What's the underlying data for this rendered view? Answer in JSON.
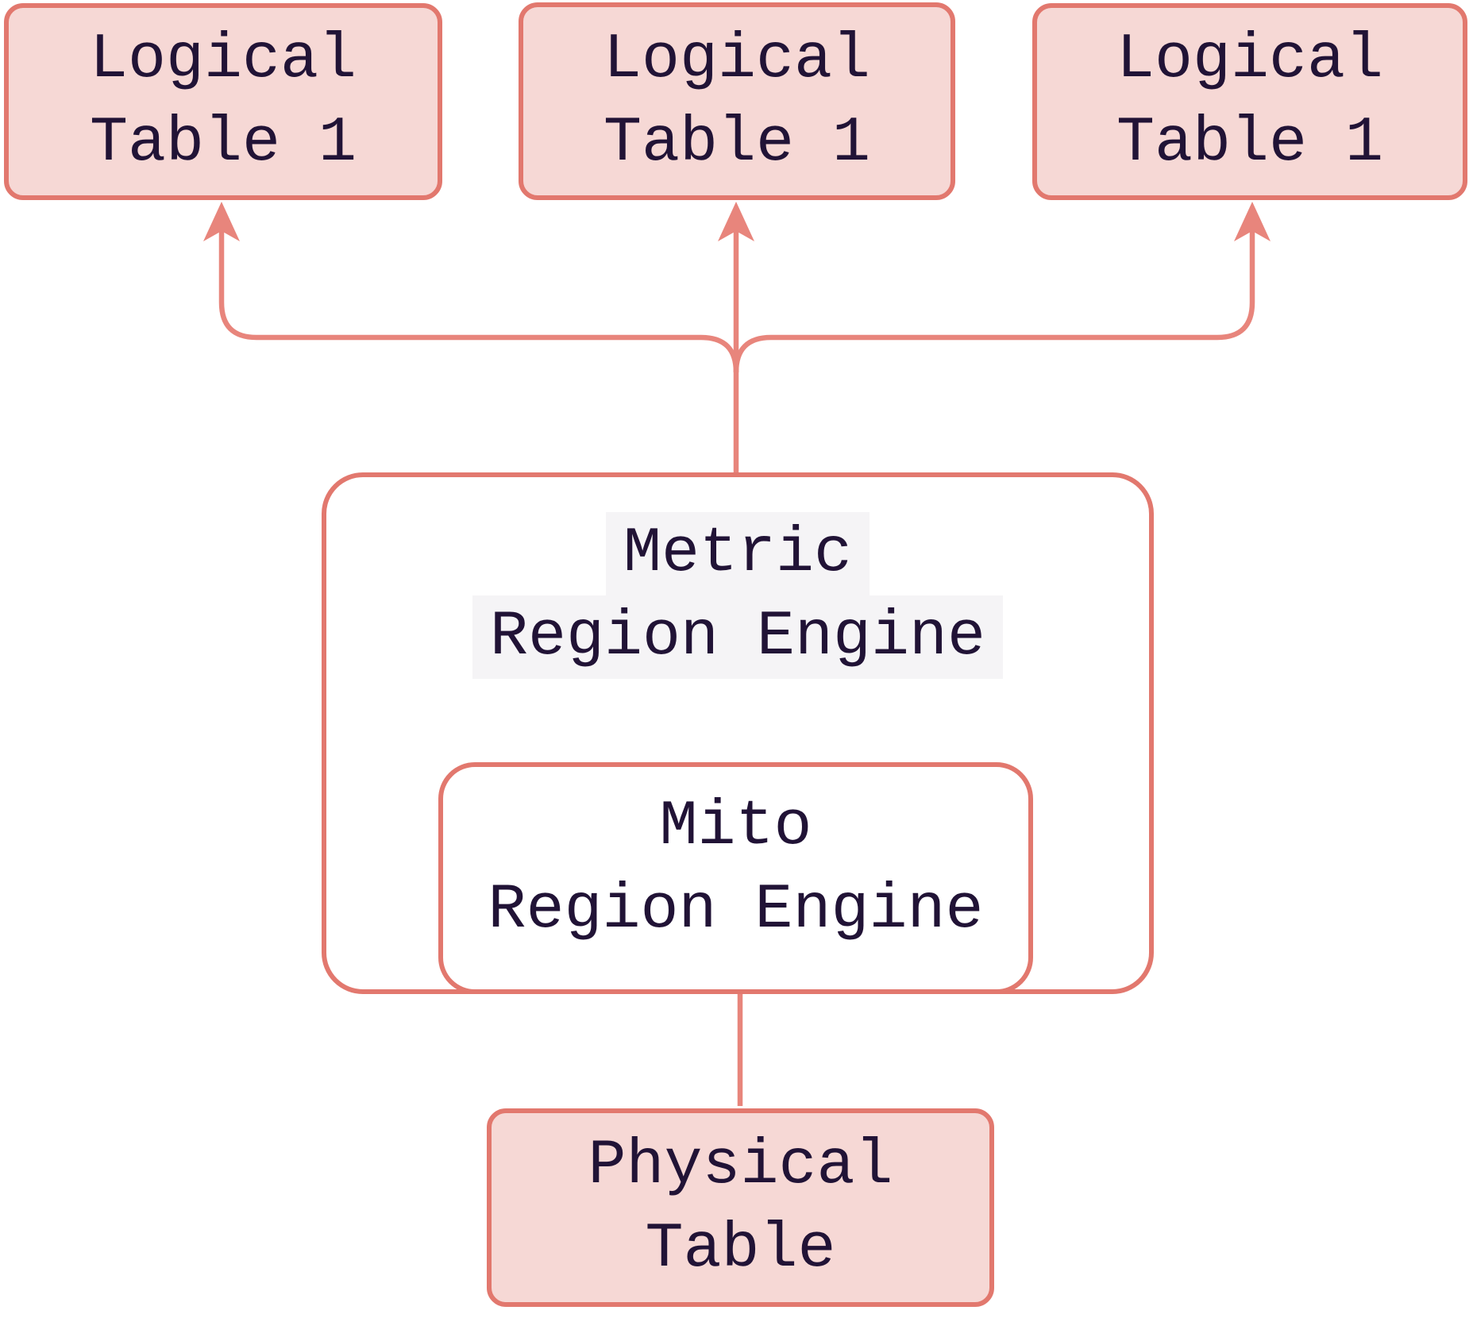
{
  "diagram": {
    "background_color": "#ffffff",
    "colors": {
      "connector": "#e8857c",
      "box_border": "#e2786e",
      "box_fill_pink": "#f6d8d5",
      "box_fill_white": "#ffffff",
      "text": "#211336",
      "label_background": "#f5f4f6"
    },
    "nodes": {
      "logical_table_left": {
        "line1": "Logical",
        "line2": "Table 1"
      },
      "logical_table_middle": {
        "line1": "Logical",
        "line2": "Table 1"
      },
      "logical_table_right": {
        "line1": "Logical",
        "line2": "Table 1"
      },
      "metric_region_engine": {
        "line1": "Metric",
        "line2": "Region Engine"
      },
      "mito_region_engine": {
        "line1": "Mito",
        "line2": "Region Engine"
      },
      "physical_table": {
        "line1": "Physical",
        "line2": "Table"
      }
    }
  }
}
